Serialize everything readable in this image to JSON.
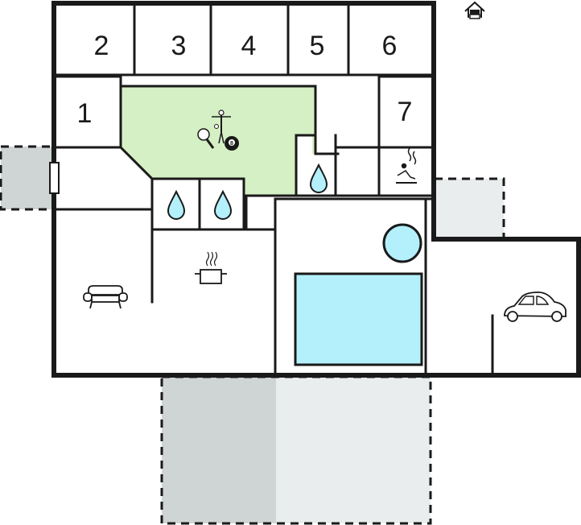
{
  "rooms": [
    {
      "id": "bedroom-1",
      "label": "1"
    },
    {
      "id": "bedroom-2",
      "label": "2"
    },
    {
      "id": "bedroom-3",
      "label": "3"
    },
    {
      "id": "bedroom-4",
      "label": "4"
    },
    {
      "id": "bedroom-5",
      "label": "5"
    },
    {
      "id": "bedroom-6",
      "label": "6"
    },
    {
      "id": "bedroom-7",
      "label": "7"
    }
  ],
  "icons": {
    "entrance": "house-entrance-icon",
    "activity": "table-tennis-football-billiards-icon",
    "bathrooms": "water-drop-icon",
    "sauna": "sauna-icon",
    "kitchen": "cooking-pot-icon",
    "living": "sofa-icon",
    "pool": "swimming-pool-icon",
    "whirlpool": "hot-tub-icon",
    "garage": "car-icon"
  },
  "billiard_ball_number": "8",
  "colors": {
    "wall": "#1a1a1a",
    "activity_room": "#d5f0c4",
    "water": "#b3f0fb",
    "terrace_dark": "#cfd4d4",
    "terrace_light": "#e9eded"
  }
}
